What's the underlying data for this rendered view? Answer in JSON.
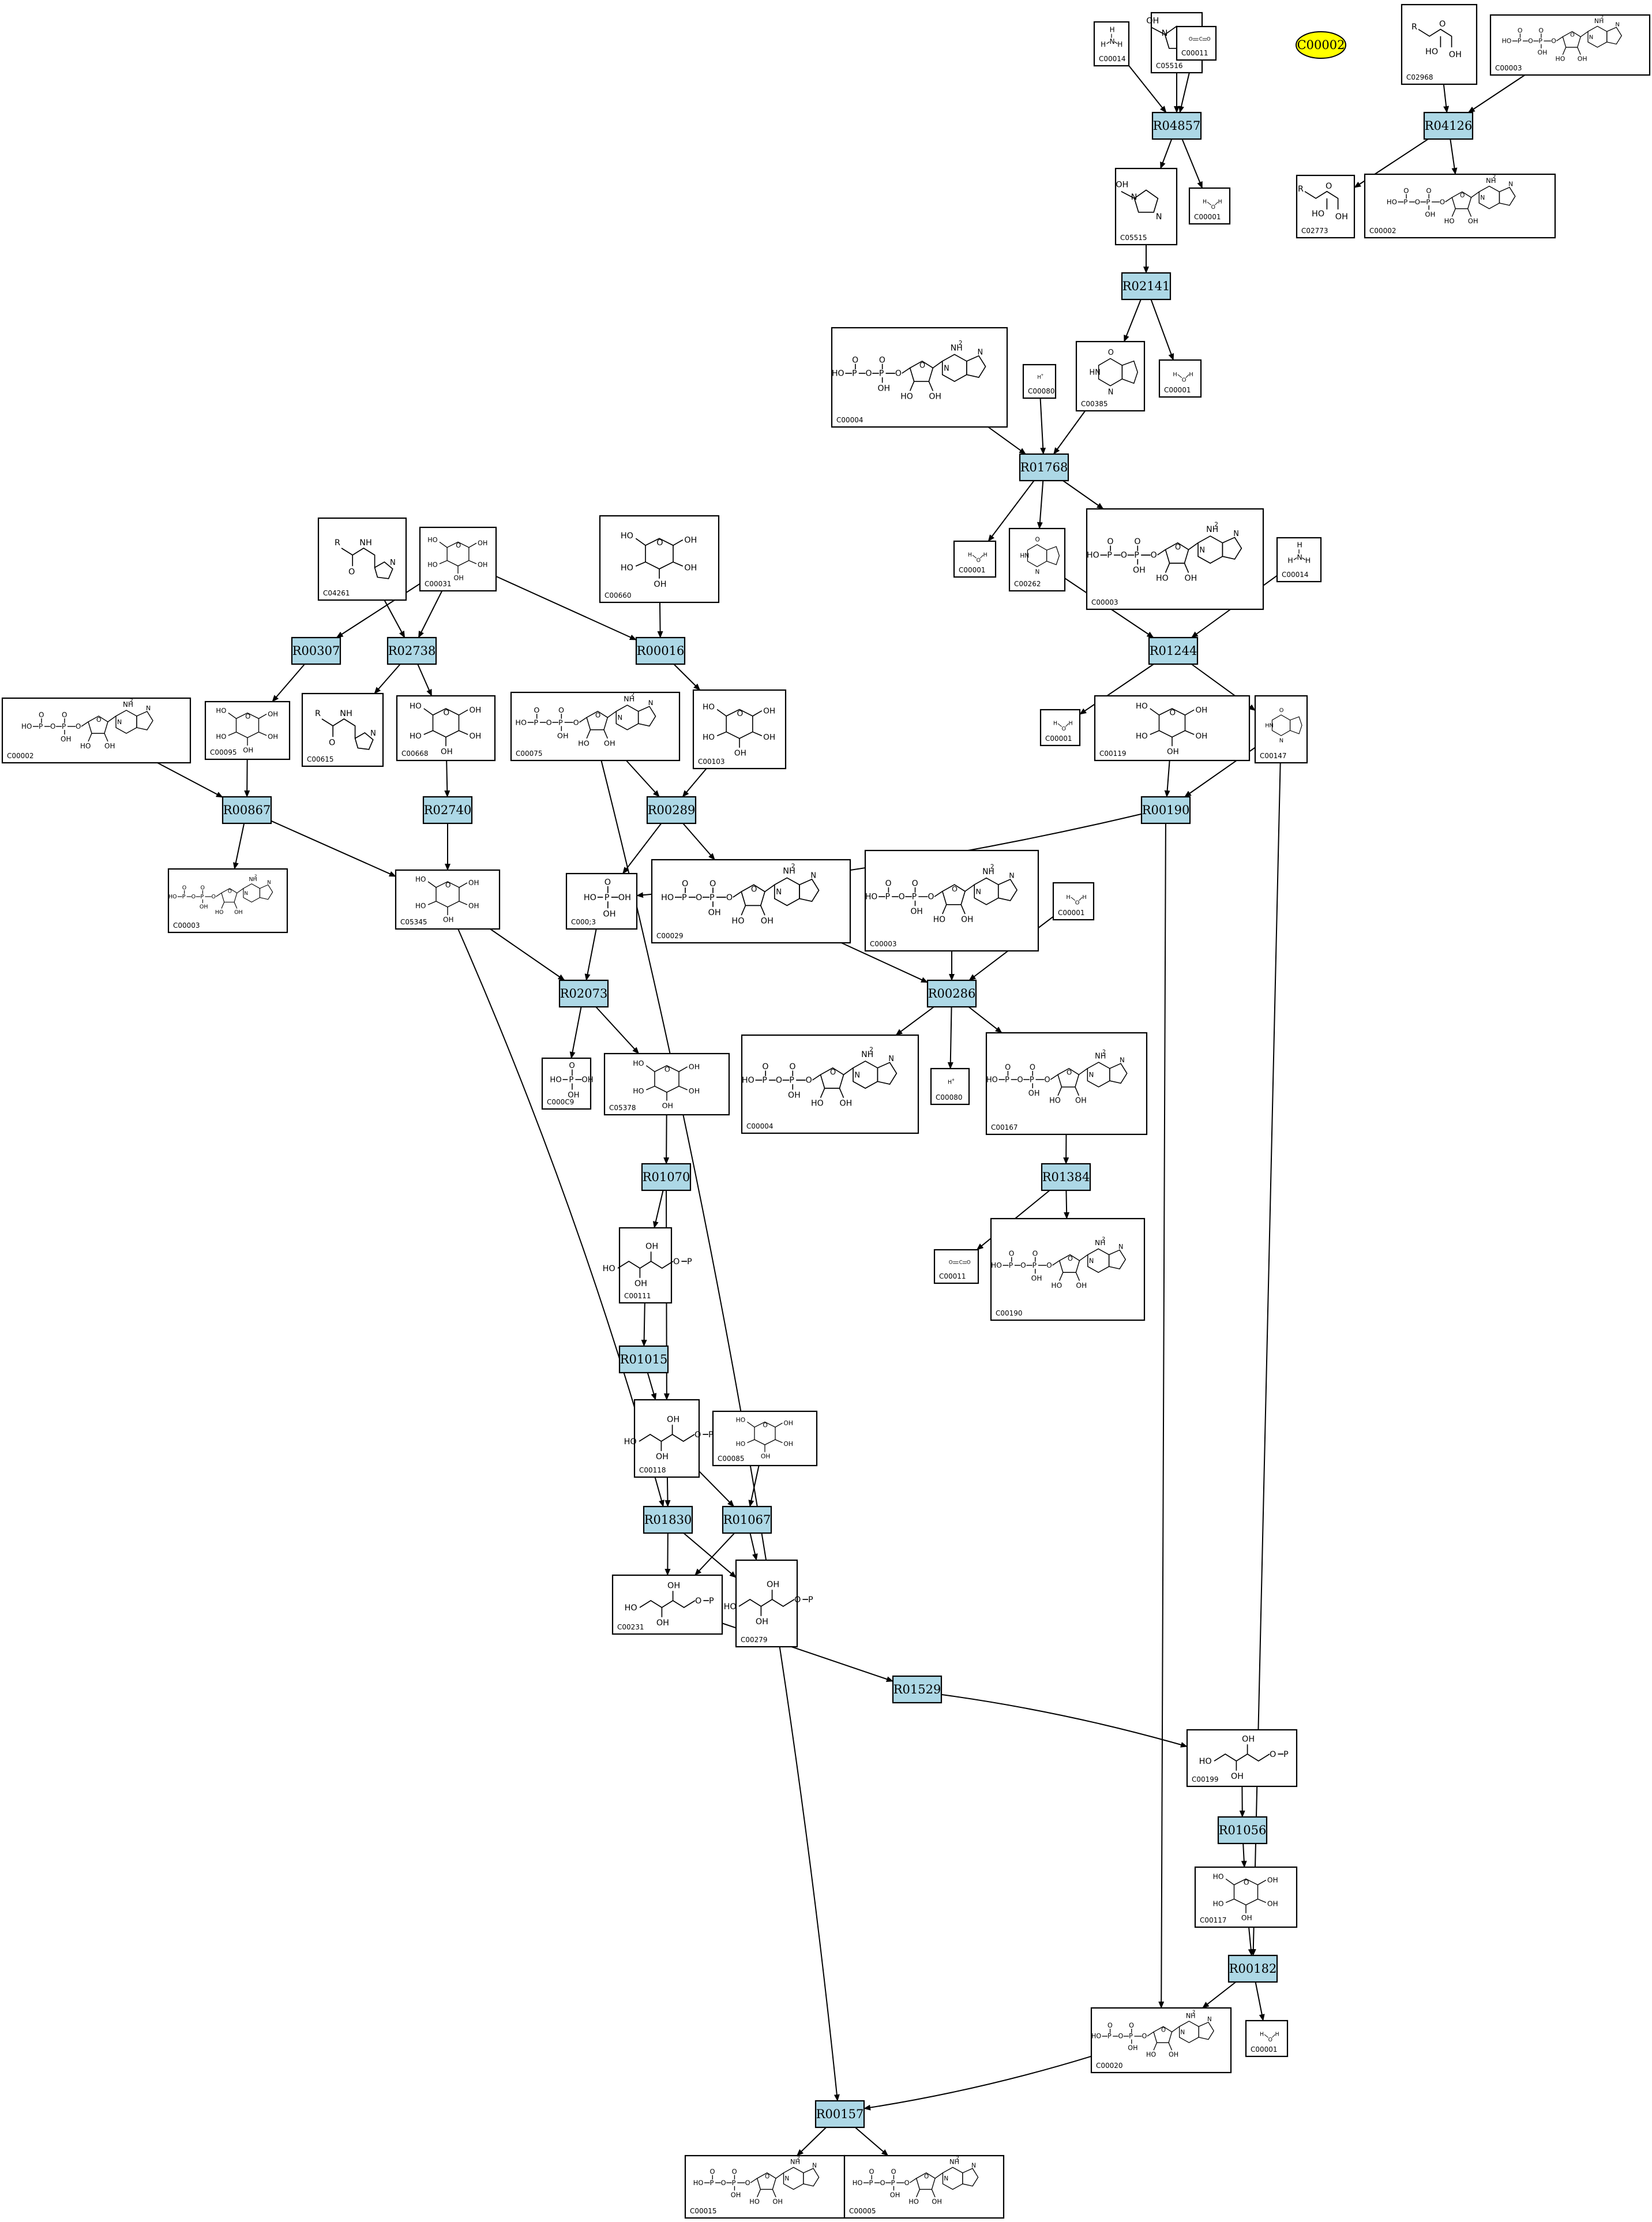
{
  "colors": {
    "reaction_fill": "#add8e6",
    "highlight_fill": "#ffff00",
    "compound_fill": "#ffffff",
    "stroke": "#000000"
  },
  "highlight": {
    "id": "C00002",
    "label": "C00002"
  },
  "compounds": [
    {
      "key": "c00014_a",
      "id": "C00014",
      "mol": "nh3"
    },
    {
      "key": "c05516",
      "id": "C05516",
      "mol": "imidazole"
    },
    {
      "key": "c00011_a",
      "id": "C00011",
      "mol": "co2"
    },
    {
      "key": "c02968",
      "id": "C02968",
      "mol": "lipid"
    },
    {
      "key": "c00003_top",
      "id": "C00003",
      "mol": "nucleotide"
    },
    {
      "key": "c05515",
      "id": "C05515",
      "mol": "imidazole"
    },
    {
      "key": "c00001_a",
      "id": "C00001",
      "mol": "water"
    },
    {
      "key": "c02773",
      "id": "C02773",
      "mol": "lipid"
    },
    {
      "key": "c00002_top",
      "id": "C00002",
      "mol": "nucleotide"
    },
    {
      "key": "c00004_top",
      "id": "C00004",
      "mol": "nucleotide"
    },
    {
      "key": "c00080_a",
      "id": "C00080",
      "mol": "proton"
    },
    {
      "key": "c00385",
      "id": "C00385",
      "mol": "base"
    },
    {
      "key": "c00001_b",
      "id": "C00001",
      "mol": "water"
    },
    {
      "key": "c00001_c",
      "id": "C00001",
      "mol": "water"
    },
    {
      "key": "c00262",
      "id": "C00262",
      "mol": "base"
    },
    {
      "key": "c00003_mid",
      "id": "C00003",
      "mol": "nucleotide"
    },
    {
      "key": "c00014_b",
      "id": "C00014",
      "mol": "nh3"
    },
    {
      "key": "c04261",
      "id": "C04261",
      "mol": "amide"
    },
    {
      "key": "c00031",
      "id": "C00031",
      "mol": "sugar"
    },
    {
      "key": "c00660",
      "id": "C00660",
      "mol": "sugar"
    },
    {
      "key": "c00002_left",
      "id": "C00002",
      "mol": "nucleotide"
    },
    {
      "key": "c00095",
      "id": "C00095",
      "mol": "sugar"
    },
    {
      "key": "c00615",
      "id": "C00615",
      "mol": "amide"
    },
    {
      "key": "c00668",
      "id": "C00668",
      "mol": "sugar"
    },
    {
      "key": "c00075",
      "id": "C00075",
      "mol": "nucleotide"
    },
    {
      "key": "c00103",
      "id": "C00103",
      "mol": "sugar"
    },
    {
      "key": "c00001_d",
      "id": "C00001",
      "mol": "water"
    },
    {
      "key": "c00119",
      "id": "C00119",
      "mol": "sugar"
    },
    {
      "key": "c00147",
      "id": "C00147",
      "mol": "base"
    },
    {
      "key": "c00003_left",
      "id": "C00003",
      "mol": "nucleotide"
    },
    {
      "key": "c05345",
      "id": "C05345",
      "mol": "sugar"
    },
    {
      "key": "c00013",
      "id": "C000​13",
      "mol": "phosphate",
      "display": "C000;3"
    },
    {
      "key": "c00029",
      "id": "C00029",
      "mol": "nucleotide"
    },
    {
      "key": "c00003_r",
      "id": "C00003",
      "mol": "nucleotide"
    },
    {
      "key": "c00001_e",
      "id": "C00001",
      "mol": "water"
    },
    {
      "key": "c00009",
      "id": "C00009",
      "mol": "phosphate",
      "display": "C000C9"
    },
    {
      "key": "c05378",
      "id": "C05378",
      "mol": "sugar"
    },
    {
      "key": "c00004_low",
      "id": "C00004",
      "mol": "nucleotide"
    },
    {
      "key": "c00080_b",
      "id": "C00080",
      "mol": "proton"
    },
    {
      "key": "c00167",
      "id": "C00167",
      "mol": "nucleotide"
    },
    {
      "key": "c00111",
      "id": "C00111",
      "mol": "chain"
    },
    {
      "key": "c00011_b",
      "id": "C00011",
      "mol": "co2"
    },
    {
      "key": "c00190",
      "id": "C00190",
      "mol": "nucleotide"
    },
    {
      "key": "c00118",
      "id": "C00118",
      "mol": "chain"
    },
    {
      "key": "c00085",
      "id": "C00085",
      "mol": "sugar"
    },
    {
      "key": "c00231",
      "id": "C00231",
      "mol": "chain"
    },
    {
      "key": "c00279",
      "id": "C00279",
      "mol": "chain"
    },
    {
      "key": "c00199",
      "id": "C00199",
      "mol": "chain"
    },
    {
      "key": "c00117",
      "id": "C00117",
      "mol": "sugar"
    },
    {
      "key": "c00020",
      "id": "C00020",
      "mol": "nucleotide"
    },
    {
      "key": "c00001_f",
      "id": "C00001",
      "mol": "water"
    },
    {
      "key": "c00015",
      "id": "C00015",
      "mol": "nucleotide"
    },
    {
      "key": "c00005",
      "id": "C00005",
      "mol": "nucleotide"
    }
  ],
  "reactions": [
    {
      "key": "r04857",
      "label": "R04857"
    },
    {
      "key": "r04126",
      "label": "R04126"
    },
    {
      "key": "r02141",
      "label": "R02141"
    },
    {
      "key": "r01768",
      "label": "R01768"
    },
    {
      "key": "r01244",
      "label": "R01244"
    },
    {
      "key": "r00307",
      "label": "R00307"
    },
    {
      "key": "r02738",
      "label": "R02738"
    },
    {
      "key": "r00016",
      "label": "R00016"
    },
    {
      "key": "r00867",
      "label": "R00867"
    },
    {
      "key": "r02740",
      "label": "R02740"
    },
    {
      "key": "r00289",
      "label": "R00289"
    },
    {
      "key": "r00190",
      "label": "R00190"
    },
    {
      "key": "r02073",
      "label": "R02073"
    },
    {
      "key": "r00286",
      "label": "R00286"
    },
    {
      "key": "r01070",
      "label": "R01070"
    },
    {
      "key": "r01384",
      "label": "R01384"
    },
    {
      "key": "r01015",
      "label": "R01015"
    },
    {
      "key": "r01830",
      "label": "R01830"
    },
    {
      "key": "r01067",
      "label": "R01067"
    },
    {
      "key": "r01529",
      "label": "R01529"
    },
    {
      "key": "r01056",
      "label": "R01056"
    },
    {
      "key": "r00182",
      "label": "R00182"
    },
    {
      "key": "r00157",
      "label": "R00157"
    }
  ],
  "edges": [
    [
      "c00014_a",
      "r04857"
    ],
    [
      "c05516",
      "r04857"
    ],
    [
      "c00011_a",
      "r04857"
    ],
    [
      "r04857",
      "c05515"
    ],
    [
      "r04857",
      "c00001_a"
    ],
    [
      "c02968",
      "r04126"
    ],
    [
      "c00003_top",
      "r04126"
    ],
    [
      "r04126",
      "c02773"
    ],
    [
      "r04126",
      "c00002_top"
    ],
    [
      "c05515",
      "r02141"
    ],
    [
      "r02141",
      "c00385"
    ],
    [
      "r02141",
      "c00001_b"
    ],
    [
      "c00004_top",
      "r01768"
    ],
    [
      "c00080_a",
      "r01768"
    ],
    [
      "c00385",
      "r01768"
    ],
    [
      "r01768",
      "c00001_c"
    ],
    [
      "r01768",
      "c00262"
    ],
    [
      "r01768",
      "c00003_mid"
    ],
    [
      "c00262",
      "r01244"
    ],
    [
      "c00014_b",
      "r01244"
    ],
    [
      "r01244",
      "c00001_d"
    ],
    [
      "r01244",
      "c00147"
    ],
    [
      "c00031",
      "r00307"
    ],
    [
      "c00031",
      "r02738"
    ],
    [
      "c04261",
      "r02738"
    ],
    [
      "c00031",
      "r00016"
    ],
    [
      "r00307",
      "c00095"
    ],
    [
      "r02738",
      "c00615"
    ],
    [
      "r02738",
      "c00668"
    ],
    [
      "c00660",
      "r00016"
    ],
    [
      "r00016",
      "c00103"
    ],
    [
      "c00002_left",
      "r00867"
    ],
    [
      "c00095",
      "r00867"
    ],
    [
      "r00867",
      "c00003_left"
    ],
    [
      "r00867",
      "c05345"
    ],
    [
      "c00668",
      "r02740"
    ],
    [
      "r02740",
      "c05345"
    ],
    [
      "c00075",
      "r00289"
    ],
    [
      "c00103",
      "r00289"
    ],
    [
      "r00289",
      "c00013"
    ],
    [
      "r00289",
      "c00029"
    ],
    [
      "c00119",
      "r00190"
    ],
    [
      "c00147",
      "r00190"
    ],
    [
      "r00190",
      "c00013"
    ],
    [
      "c05345",
      "r02073"
    ],
    [
      "c00013",
      "r02073"
    ],
    [
      "r02073",
      "c00009"
    ],
    [
      "r02073",
      "c05378"
    ],
    [
      "c00029",
      "r00286"
    ],
    [
      "c00003_r",
      "r00286"
    ],
    [
      "c00001_e",
      "r00286"
    ],
    [
      "r00286",
      "c00004_low"
    ],
    [
      "r00286",
      "c00080_b"
    ],
    [
      "r00286",
      "c00167"
    ],
    [
      "c05378",
      "r01070"
    ],
    [
      "r01070",
      "c00111"
    ],
    [
      "r01070",
      "c00118"
    ],
    [
      "c00167",
      "r01384"
    ],
    [
      "r01384",
      "c00011_b"
    ],
    [
      "r01384",
      "c00190"
    ],
    [
      "c00111",
      "r01015"
    ],
    [
      "r01015",
      "c00118"
    ],
    [
      "c00118",
      "r01830"
    ],
    [
      "c05345",
      "r01830"
    ],
    [
      "c00118",
      "r01067"
    ],
    [
      "c00085",
      "r01067"
    ],
    [
      "r01830",
      "c00231"
    ],
    [
      "r01830",
      "c00279"
    ],
    [
      "r01067",
      "c00231"
    ],
    [
      "r01067",
      "c00279"
    ],
    [
      "c00231",
      "r01529"
    ],
    [
      "r01529",
      "c00199"
    ],
    [
      "c00199",
      "r01056"
    ],
    [
      "r01056",
      "c00117"
    ],
    [
      "c00117",
      "r00182"
    ],
    [
      "c00147",
      "r00182"
    ],
    [
      "r00182",
      "c00020"
    ],
    [
      "r00182",
      "c00001_f"
    ],
    [
      "c00020",
      "r00157"
    ],
    [
      "c00075",
      "r00157"
    ],
    [
      "r00190",
      "c00020"
    ],
    [
      "r00157",
      "c00015"
    ],
    [
      "r00157",
      "c00005"
    ]
  ]
}
